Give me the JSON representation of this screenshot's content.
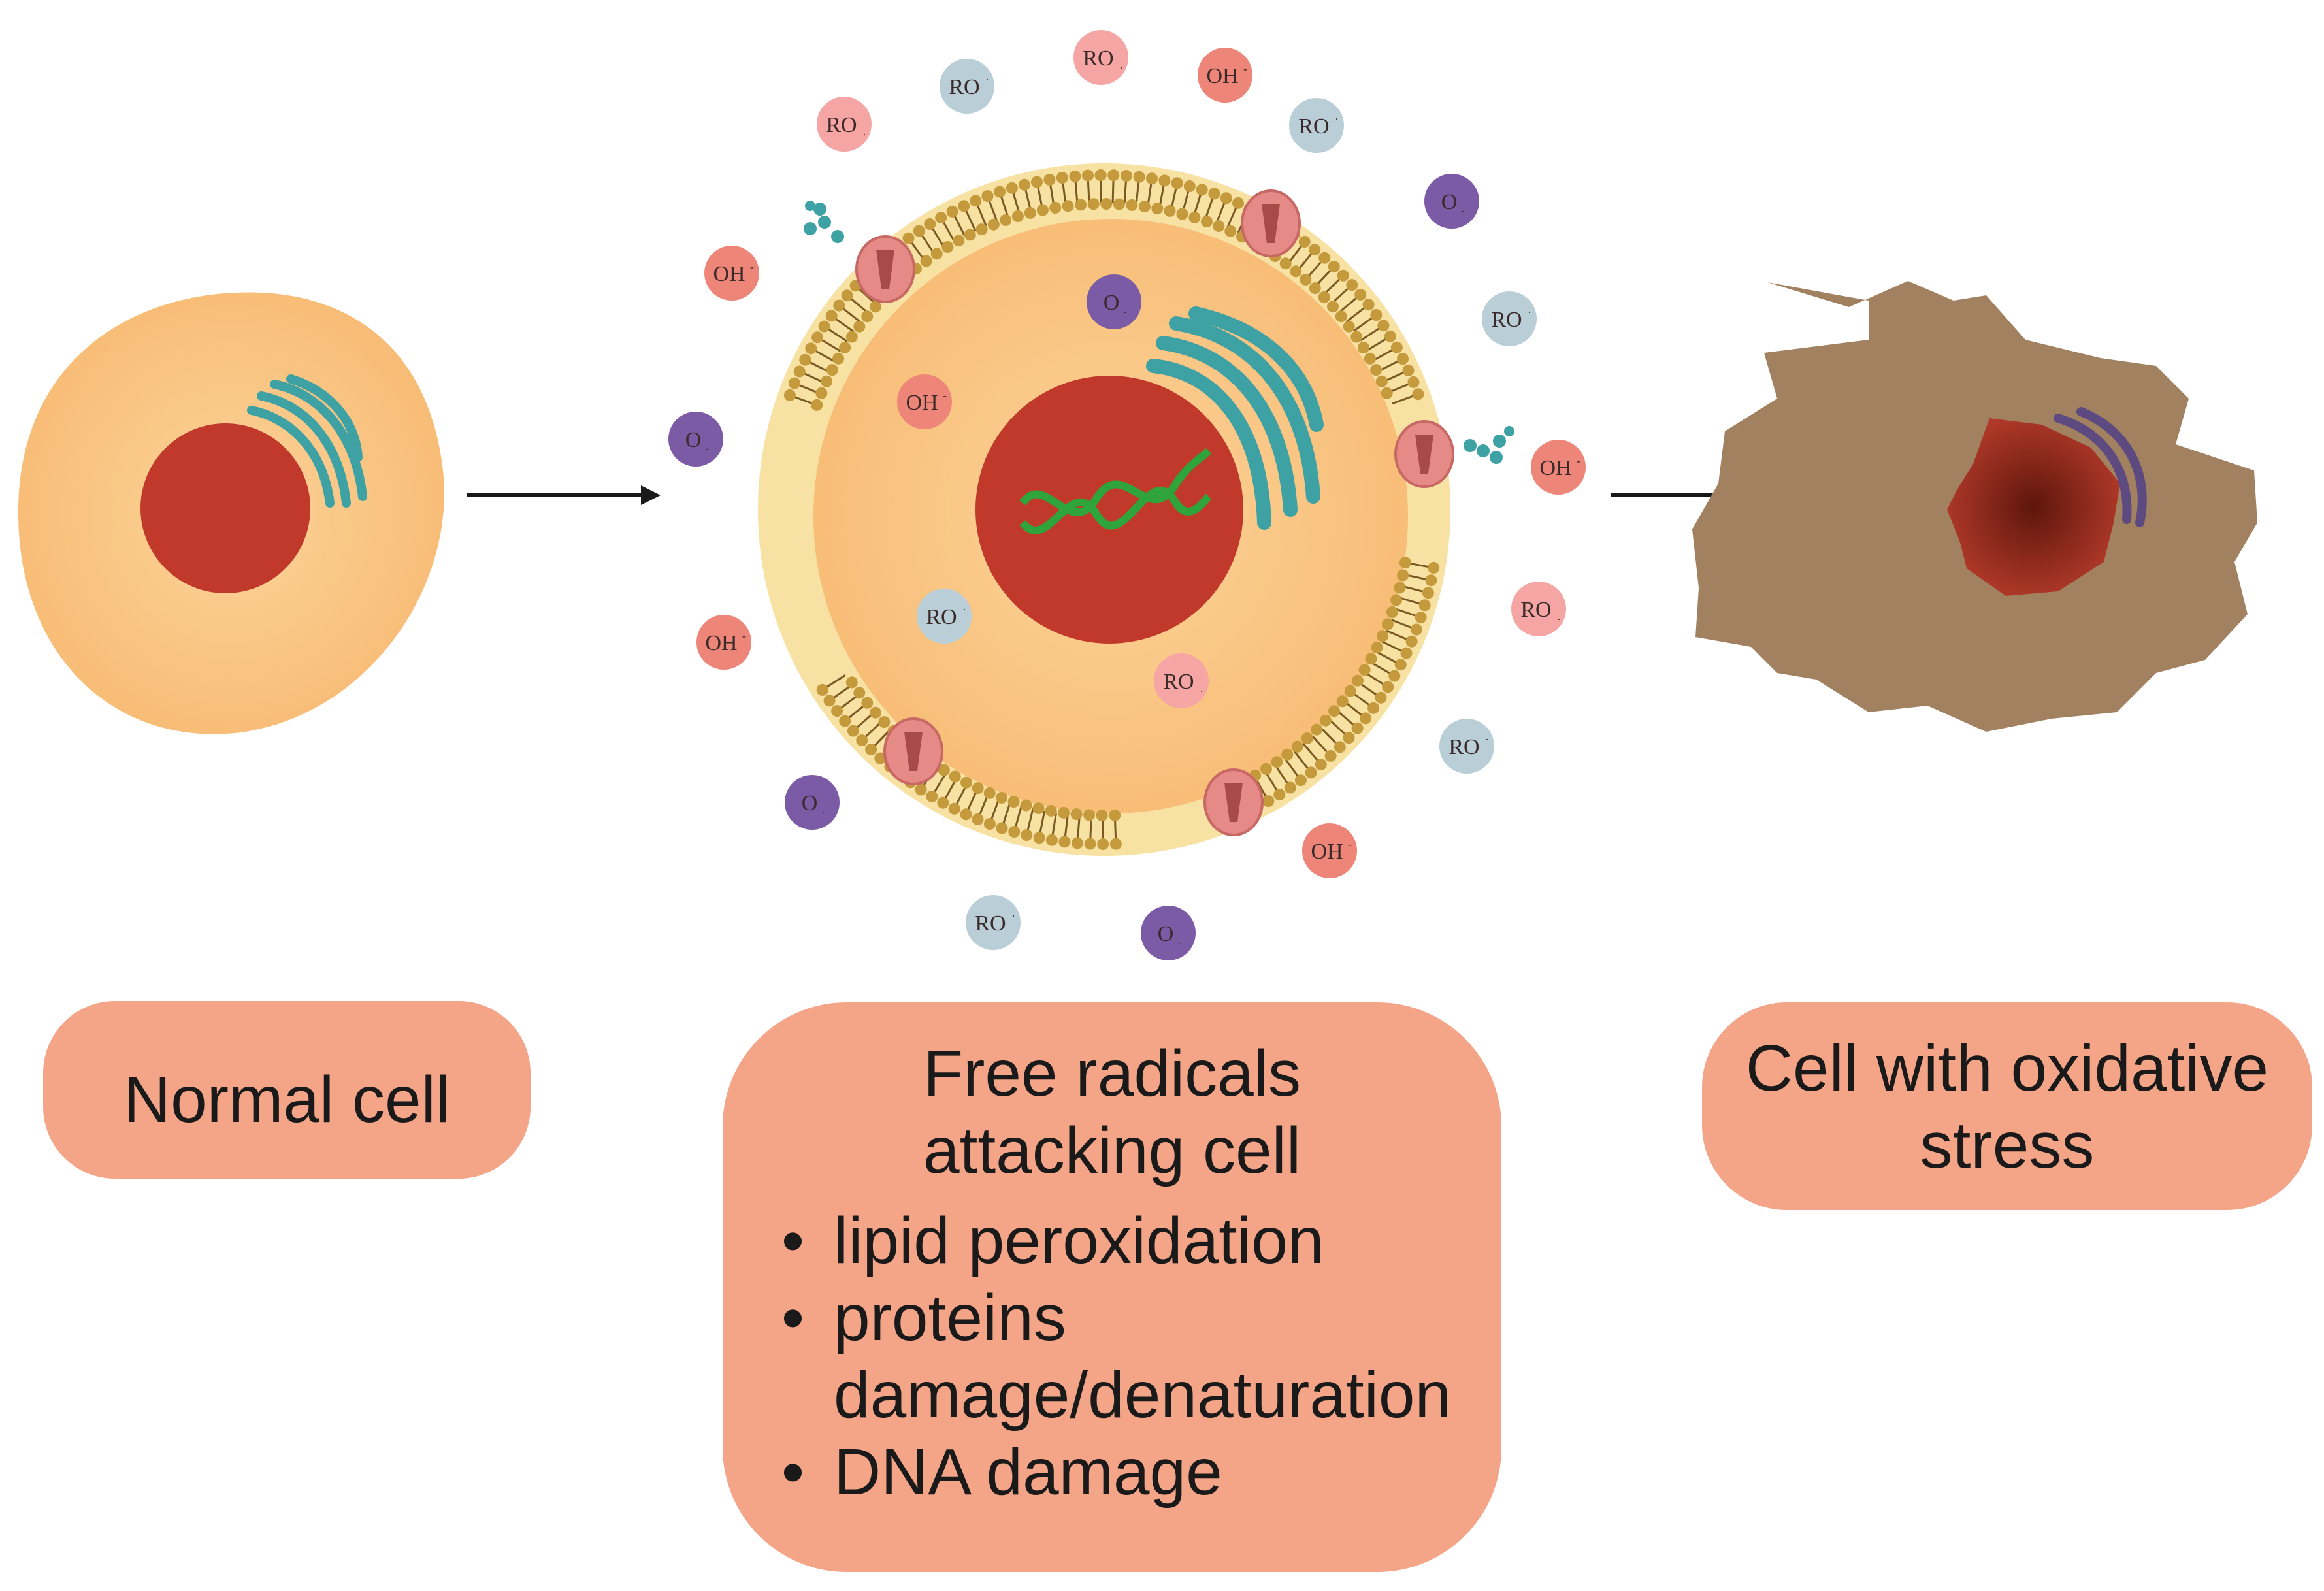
{
  "labels": {
    "normal_cell": "Normal cell",
    "attack_title_line1": "Free radicals",
    "attack_title_line2": "attacking cell",
    "bullets": [
      "lipid peroxidation",
      "proteins damage/denaturation",
      "DNA damage"
    ],
    "stressed_cell_line1": "Cell with oxidative",
    "stressed_cell_line2": "stress"
  },
  "radicals": [
    {
      "label": "RO",
      "kind": "ro"
    },
    {
      "label": "RO",
      "kind": "ro2"
    },
    {
      "label": "OH",
      "kind": "oh"
    },
    {
      "label": "RO",
      "kind": "ro"
    },
    {
      "label": "RO",
      "kind": "ro2"
    },
    {
      "label": "O",
      "kind": "o2"
    },
    {
      "label": "OH",
      "kind": "oh"
    },
    {
      "label": "O",
      "kind": "o2"
    },
    {
      "label": "RO",
      "kind": "ro"
    },
    {
      "label": "OH",
      "kind": "oh"
    },
    {
      "label": "O",
      "kind": "o2"
    },
    {
      "label": "OH",
      "kind": "oh"
    },
    {
      "label": "RO",
      "kind": "ro2"
    },
    {
      "label": "OH",
      "kind": "oh"
    },
    {
      "label": "RO",
      "kind": "ro"
    },
    {
      "label": "RO",
      "kind": "ro"
    },
    {
      "label": "RO",
      "kind": "ro2"
    },
    {
      "label": "O",
      "kind": "o2"
    },
    {
      "label": "OH",
      "kind": "oh"
    },
    {
      "label": "RO",
      "kind": "ro"
    },
    {
      "label": "O",
      "kind": "o2"
    }
  ],
  "colors": {
    "background": "#ffffff",
    "label_box": "#f4a487",
    "cytoplasm": "#f8c27e",
    "nucleus": "#c0392b",
    "golgi": "#3ea1a3",
    "membrane_outer": "#f7e2a4",
    "lipid_head": "#c49a3c",
    "protein_channel": "#e58a86",
    "dna": "#2ea43a",
    "stressed_cell": "#a28160",
    "stressed_nucleus": "#7a1e12",
    "radical_ro": "#b9ced7",
    "radical_ro2": "#f5a6a4",
    "radical_oh": "#ee8579",
    "radical_o2": "#7b5aa6",
    "arrow": "#1a1a1a"
  }
}
